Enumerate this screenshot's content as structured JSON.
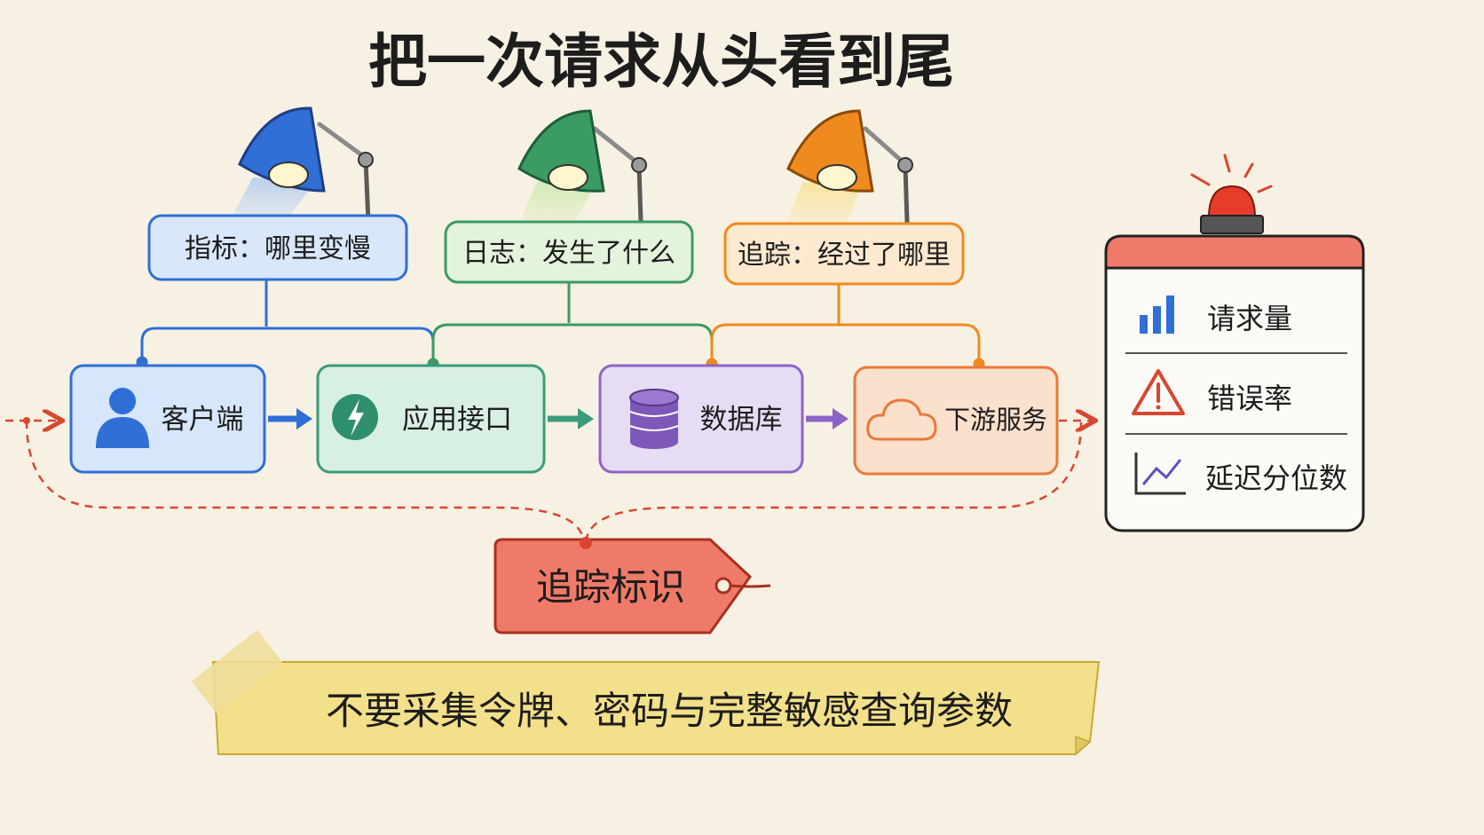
{
  "title": "把一次请求从头看到尾",
  "lamps": [
    {
      "label": "指标：哪里变慢",
      "color": "#2f6fd6",
      "fill": "#d9e7fb"
    },
    {
      "label": "日志：发生了什么",
      "color": "#3a9c63",
      "fill": "#e4f3dc"
    },
    {
      "label": "追踪：经过了哪里",
      "color": "#ef8a1e",
      "fill": "#fde9cf"
    }
  ],
  "flow": [
    {
      "label": "客户端",
      "icon": "user-icon",
      "color": "#2f6fd6",
      "fill": "#d6e6fb"
    },
    {
      "label": "应用接口",
      "icon": "lightning-icon",
      "color": "#3a9c7a",
      "fill": "#d8efe4"
    },
    {
      "label": "数据库",
      "icon": "database-icon",
      "color": "#8e63c8",
      "fill": "#e6dcf3"
    },
    {
      "label": "下游服务",
      "icon": "cloud-icon",
      "color": "#e8793a",
      "fill": "#fbe0cc"
    }
  ],
  "trace_tag": "追踪标识",
  "alert_panel": {
    "items": [
      {
        "label": "请求量",
        "icon": "bar-chart-icon"
      },
      {
        "label": "错误率",
        "icon": "warning-icon"
      },
      {
        "label": "延迟分位数",
        "icon": "line-chart-icon"
      }
    ]
  },
  "warning_note": "不要采集令牌、密码与完整敏感查询参数"
}
